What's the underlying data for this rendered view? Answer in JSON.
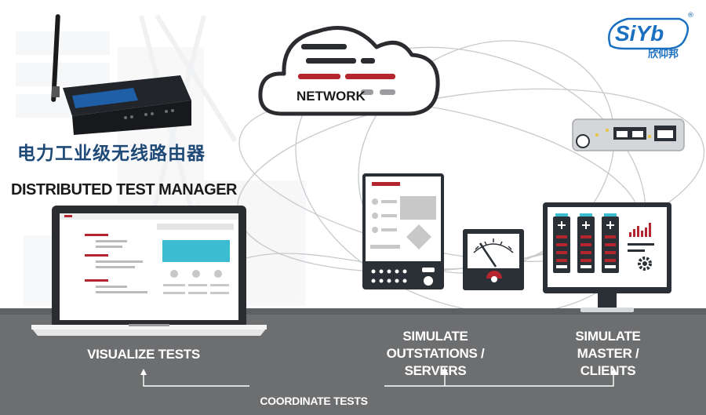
{
  "router_title": "电力工业级无线路由器",
  "diagram_title": "DISTRIBUTED TEST MANAGER",
  "network_label": "NETWORK",
  "labels": {
    "visualize": "VISUALIZE TESTS",
    "outstations_line1": "SIMULATE",
    "outstations_line2": "OUTSTATIONS / SERVERS",
    "master_line1": "SIMULATE",
    "master_line2": "MASTER / CLIENTS",
    "coordinate": "COORDINATE TESTS"
  },
  "brand": {
    "logo_text": "SiYb",
    "registered": "®",
    "chinese_name": "欣仰邦"
  },
  "colors": {
    "floor": "#6d6e70",
    "accent_red": "#b5252d",
    "screen_cyan": "#3cbcd0",
    "device_dark": "#2b2f36",
    "brand_blue": "#1a6fc0",
    "router_title": "#1f4a78"
  }
}
